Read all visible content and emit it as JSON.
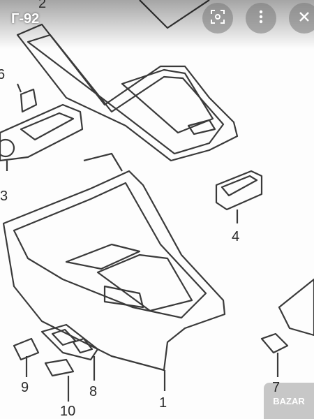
{
  "header": {
    "title": "Г-92"
  },
  "toolbar": {
    "lens_icon": "lens-scan-icon",
    "more_icon": "more-vertical-icon",
    "close_icon": "close-icon"
  },
  "diagram": {
    "labels": [
      "2",
      "6",
      "3",
      "4",
      "1",
      "9",
      "10",
      "8",
      "7"
    ]
  },
  "watermark": {
    "text": "BAZAR"
  },
  "colors": {
    "line": "#3a3a3a",
    "paper": "#fdfdfd",
    "button": "#7a7a7a"
  }
}
